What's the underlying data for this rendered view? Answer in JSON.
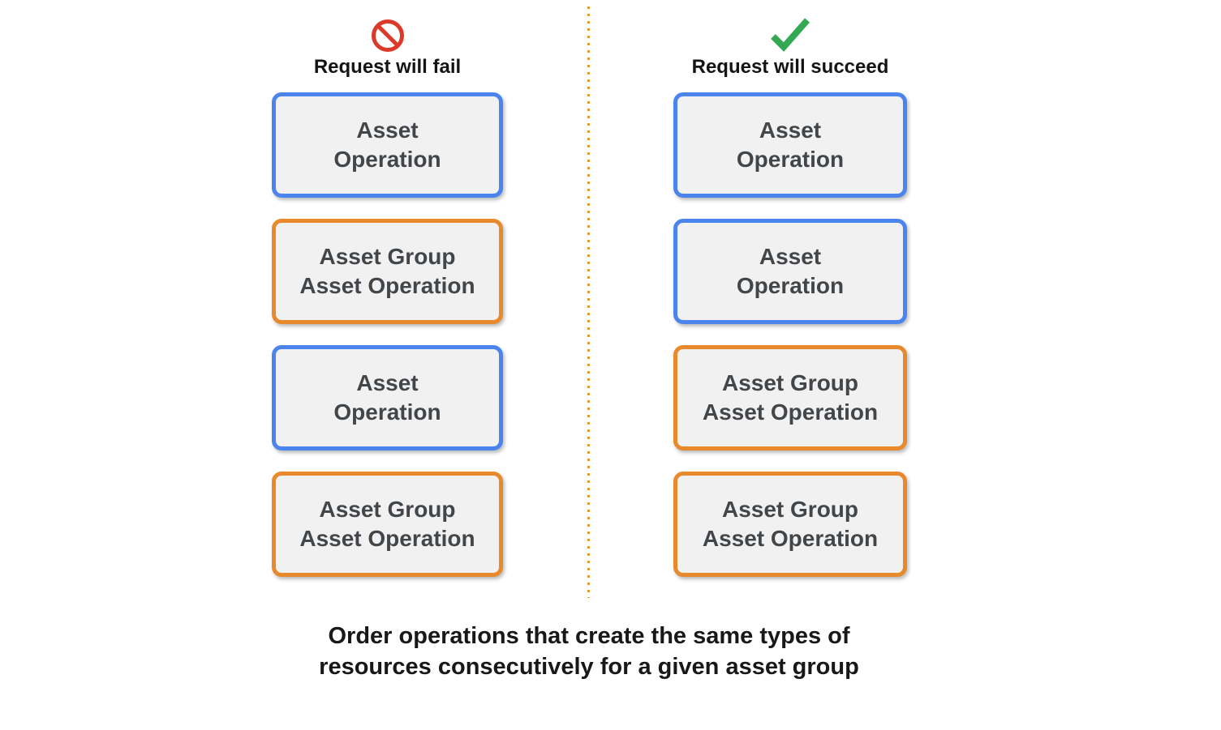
{
  "columns": [
    {
      "result": "fail",
      "icon": "prohibited-icon",
      "title": "Request will fail",
      "boxes": [
        {
          "type": "asset-operation",
          "line1": "Asset",
          "line2": "Operation"
        },
        {
          "type": "asset-group-asset-operation",
          "line1": "Asset Group",
          "line2": "Asset Operation"
        },
        {
          "type": "asset-operation",
          "line1": "Asset",
          "line2": "Operation"
        },
        {
          "type": "asset-group-asset-operation",
          "line1": "Asset Group",
          "line2": "Asset Operation"
        }
      ]
    },
    {
      "result": "succeed",
      "icon": "check-icon",
      "title": "Request will succeed",
      "boxes": [
        {
          "type": "asset-operation",
          "line1": "Asset",
          "line2": "Operation"
        },
        {
          "type": "asset-operation",
          "line1": "Asset",
          "line2": "Operation"
        },
        {
          "type": "asset-group-asset-operation",
          "line1": "Asset Group",
          "line2": "Asset Operation"
        },
        {
          "type": "asset-group-asset-operation",
          "line1": "Asset Group",
          "line2": "Asset Operation"
        }
      ]
    }
  ],
  "caption": {
    "line1": "Order operations that create the same types of",
    "line2": "resources consecutively for a given asset group"
  },
  "colors": {
    "asset_operation_border": "#4C84EE",
    "asset_group_asset_operation_border": "#E8892B",
    "fail_icon_red": "#DB3A2B",
    "succeed_icon_green": "#34A853",
    "divider_orange": "#E8992F",
    "box_background": "#F1F1F2",
    "box_text": "#434649",
    "heading_text": "#141414"
  }
}
